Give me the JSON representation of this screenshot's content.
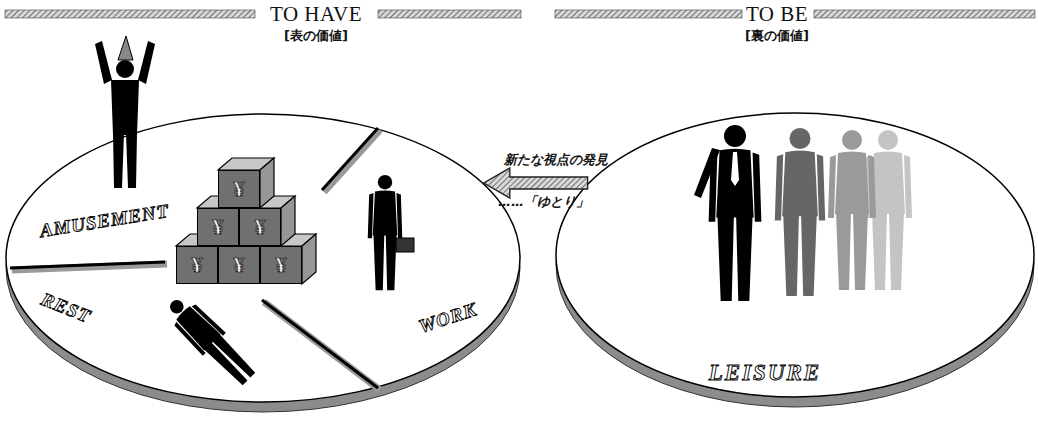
{
  "diagram": {
    "nodes": [
      {
        "text": [
          "TO HAVE",
          "[表の価値]"
        ]
      },
      {
        "text": [
          "AMUSEMENT"
        ],
        "in": 0
      },
      {
        "text": [
          "REST"
        ],
        "in": 0
      },
      {
        "text": [
          "WORK"
        ],
        "in": 0
      },
      {
        "text": [
          "¥"
        ],
        "in": 0
      },
      {
        "text": [
          "¥"
        ],
        "in": 0
      },
      {
        "text": [
          "¥"
        ],
        "in": 0
      },
      {
        "text": [
          "¥"
        ],
        "in": 0
      },
      {
        "text": [
          "¥"
        ],
        "in": 0
      },
      {
        "text": [
          "¥"
        ],
        "in": 0
      },
      {
        "text": [
          "TO BE",
          "[裏の価値]",
          "LEISURE"
        ]
      }
    ],
    "edges": [
      {
        "from": 10,
        "to": 0,
        "arrow": "to",
        "label": "新たな視点の発見"
      }
    ],
    "labels": [
      "……「ゆとり」"
    ]
  }
}
